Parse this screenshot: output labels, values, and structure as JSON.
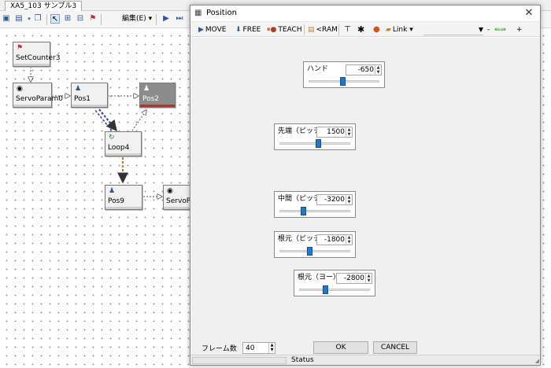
{
  "editor": {
    "tab_title": "XA5_103 サンプル3",
    "edit_menu": "編集(E)",
    "nodes": [
      {
        "id": "setcounter",
        "label": "SetCounter3",
        "icon": "flag-icon"
      },
      {
        "id": "servoparam0",
        "label": "ServoParam0",
        "icon": "servo-icon"
      },
      {
        "id": "pos1",
        "label": "Pos1",
        "icon": "arm-icon"
      },
      {
        "id": "pos2",
        "label": "Pos2",
        "icon": "arm-icon",
        "selected": true
      },
      {
        "id": "loop4",
        "label": "Loop4",
        "icon": "loop-icon"
      },
      {
        "id": "pos9",
        "label": "Pos9",
        "icon": "arm-icon"
      },
      {
        "id": "servoparam_r",
        "label": "ServoPar",
        "icon": "servo-icon"
      }
    ]
  },
  "dialog": {
    "title": "Position",
    "toolbar": {
      "move": "MOVE",
      "free": "FREE",
      "teach": "TEACH",
      "ram": "<RAM",
      "link": "Link",
      "minus": "-",
      "plus": "+"
    },
    "joints": [
      {
        "label": "ハンド",
        "value": "-650",
        "level": 0.48
      },
      {
        "label": "先端（ピッチ）",
        "value": "1500",
        "level": 0.55
      },
      {
        "label": "中間（ピッチ）",
        "value": "-3200",
        "level": 0.33
      },
      {
        "label": "根元（ピッチ）",
        "value": "-1800",
        "level": 0.42
      },
      {
        "label": "根元（ヨー）",
        "value": "-2800",
        "level": 0.36
      }
    ],
    "frames_label": "フレーム数",
    "frames_value": "40",
    "ok": "OK",
    "cancel": "CANCEL",
    "status": "Status"
  },
  "colors": {
    "slider_thumb": "#1f78c8",
    "selected_node": "#8c8c8c",
    "selected_bar": "#e02020",
    "edge_blue": "#3a3aa8",
    "edge_orange": "#e07020"
  }
}
